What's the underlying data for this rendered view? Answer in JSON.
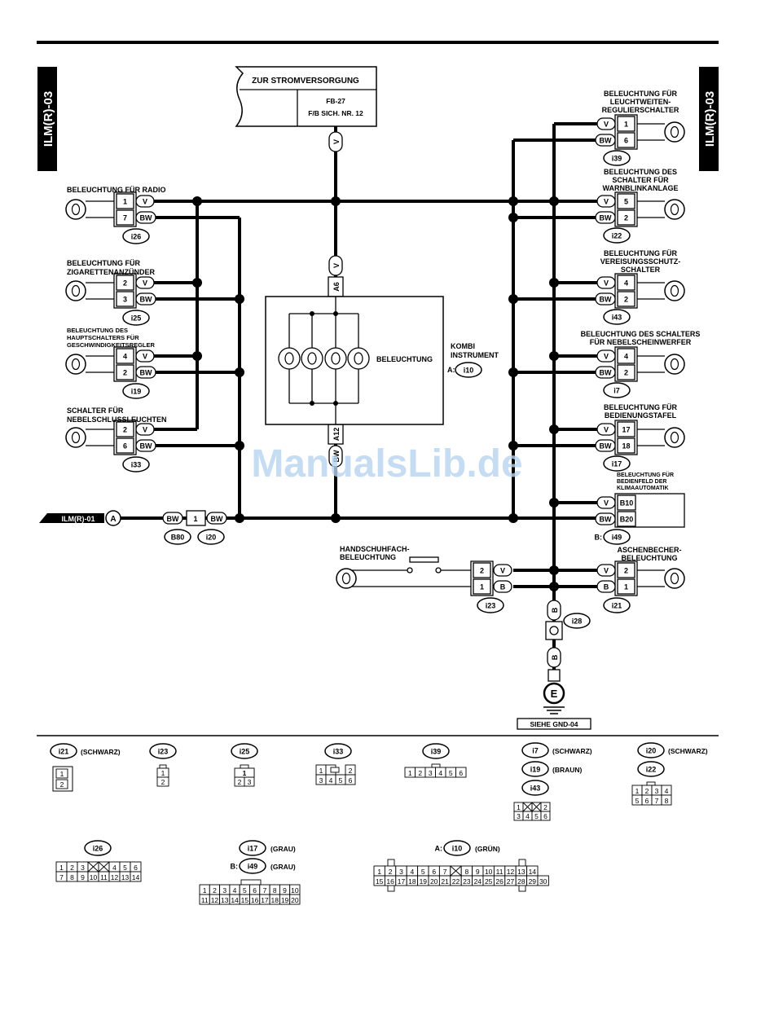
{
  "page_code": "ILM(R)-03",
  "supply": {
    "title": "ZUR STROMVERSORGUNG",
    "fuse": "FB-27",
    "fuse_no": "F/B SICH. NR. 12"
  },
  "wires": {
    "v": "V",
    "bw": "BW",
    "b": "B"
  },
  "kombi": {
    "label1": "KOMBI",
    "label2": "INSTRUMENT",
    "conn_prefix": "A:",
    "conn": "i10",
    "beleuchtung": "BELEUCHTUNG",
    "pin_top": "A6",
    "pin_bottom": "A12"
  },
  "left": [
    {
      "label": [
        "BELEUCHTUNG FÜR RADIO"
      ],
      "pins": [
        "1",
        "7"
      ],
      "conn": "i26"
    },
    {
      "label": [
        "BELEUCHTUNG FÜR",
        "ZIGARETTENANZÜNDER"
      ],
      "pins": [
        "2",
        "3"
      ],
      "conn": "i25"
    },
    {
      "label": [
        "BELEUCHTUNG DES",
        "HAUPTSCHALTERS FÜR",
        "GESCHWINDIGKEITSREGLER"
      ],
      "pins": [
        "4",
        "2"
      ],
      "conn": "i19"
    },
    {
      "label": [
        "SCHALTER FÜR",
        "NEBELSCHLUSSLEUCHTEN"
      ],
      "pins": [
        "2",
        "6"
      ],
      "conn": "i33"
    }
  ],
  "right": [
    {
      "label": [
        "BELEUCHTUNG FÜR",
        "LEUCHTWEITEN-",
        "REGULIERSCHALTER"
      ],
      "pins": [
        "1",
        "6"
      ],
      "conn": "i39"
    },
    {
      "label": [
        "BELEUCHTUNG DES",
        "SCHALTER FÜR",
        "WARNBLINKANLAGE"
      ],
      "pins": [
        "5",
        "2"
      ],
      "conn": "i22"
    },
    {
      "label": [
        "BELEUCHTUNG FÜR",
        "VEREISUNGSSCHUTZ-",
        "SCHALTER"
      ],
      "pins": [
        "4",
        "2"
      ],
      "conn": "i43"
    },
    {
      "label": [
        "BELEUCHTUNG DES SCHALTERS",
        "FÜR NEBELSCHEINWERFER"
      ],
      "pins": [
        "4",
        "2"
      ],
      "conn": "i7"
    },
    {
      "label": [
        "BELEUCHTUNG FÜR",
        "BEDIENUNGSTAFEL"
      ],
      "pins": [
        "17",
        "18"
      ],
      "conn": "i17"
    }
  ],
  "klima": {
    "label": [
      "BELEUCHTUNG FÜR",
      "BEDIENFELD DER",
      "KLIMAAUTOMATIK"
    ],
    "pins": [
      "B10",
      "B20"
    ],
    "conn_prefix": "B:",
    "conn": "i49"
  },
  "ground_in": {
    "ref": "ILM(R)-01",
    "letter": "A",
    "pin": "1",
    "c1": "B80",
    "c2": "i20"
  },
  "handschuh": {
    "label": [
      "HANDSCHUHFACH-",
      "BELEUCHTUNG"
    ],
    "pins": [
      "2",
      "1"
    ],
    "conn": "i23"
  },
  "aschen": {
    "label": [
      "ASCHENBECHER-",
      "BELEUCHTUNG"
    ],
    "pins": [
      "2",
      "1"
    ],
    "conn": "i21"
  },
  "ground": {
    "conn": "i28",
    "letter": "E",
    "ref": "SIEHE GND-04"
  },
  "legend": {
    "i21": {
      "name": "i21",
      "color": "(SCHWARZ)"
    },
    "i23": {
      "name": "i23"
    },
    "i25": {
      "name": "i25"
    },
    "i33": {
      "name": "i33"
    },
    "i39": {
      "name": "i39"
    },
    "i7": {
      "name": "i7",
      "color": "(SCHWARZ)"
    },
    "i19": {
      "name": "i19",
      "color": "(BRAUN)"
    },
    "i43": {
      "name": "i43"
    },
    "i20": {
      "name": "i20",
      "color": "(SCHWARZ)"
    },
    "i22": {
      "name": "i22"
    },
    "i26": {
      "name": "i26"
    },
    "i17": {
      "name": "i17",
      "color": "(GRAU)"
    },
    "i49": {
      "name": "i49",
      "prefix": "B:",
      "color": "(GRAU)"
    },
    "i10": {
      "name": "i10",
      "prefix": "A:",
      "color": "(GRÜN)"
    }
  },
  "watermark": "ManualsLib.de"
}
